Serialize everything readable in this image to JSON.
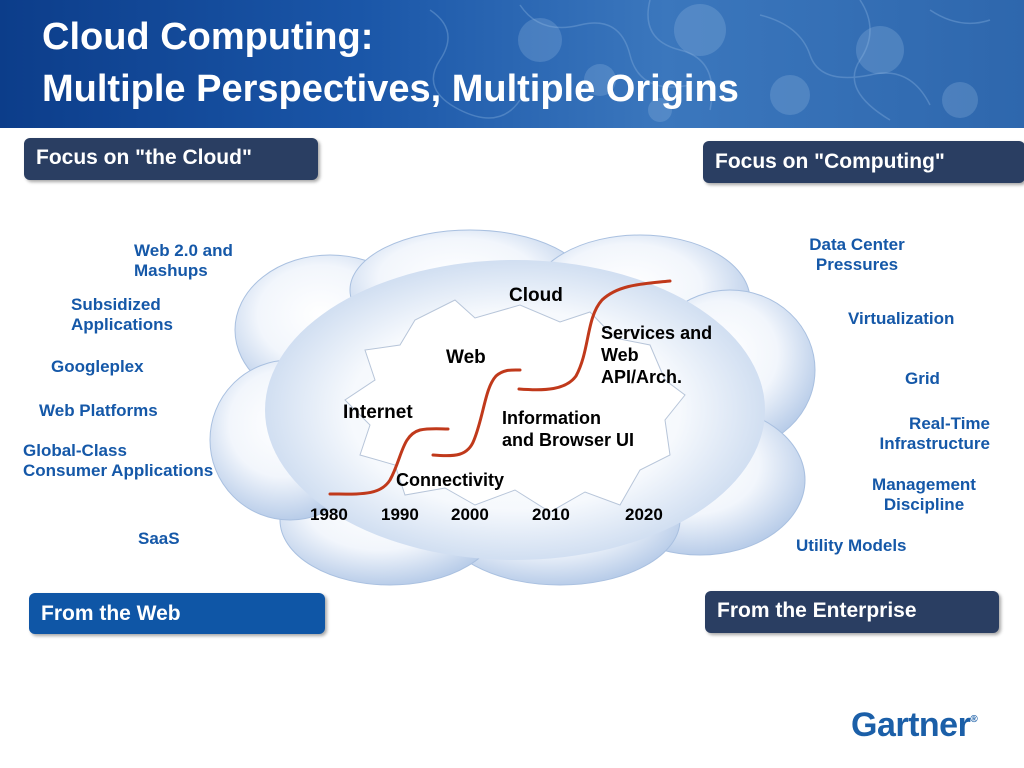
{
  "title": {
    "line1": "Cloud Computing:",
    "line2": "Multiple Perspectives, Multiple Origins"
  },
  "boxes": {
    "focus_cloud": "Focus on \"the Cloud\"",
    "focus_computing": "Focus on \"Computing\"",
    "from_web": "From the Web",
    "from_enterprise": "From the Enterprise"
  },
  "left_items": [
    "Web 2.0 and\nMashups",
    "Subsidized\nApplications",
    "Googleplex",
    "Web Platforms",
    "Global-Class\nConsumer Applications",
    "SaaS"
  ],
  "right_items": [
    "Data Center\nPressures",
    "Virtualization",
    "Grid",
    "Real-Time\nInfrastructure",
    "Management\nDiscipline",
    "Utility Models"
  ],
  "cloud_labels": {
    "cloud": "Cloud",
    "web": "Web",
    "internet": "Internet",
    "connectivity": "Connectivity",
    "services": "Services and\nWeb\nAPI/Arch.",
    "information": "Information\nand Browser UI"
  },
  "years": [
    "1980",
    "1990",
    "2000",
    "2010",
    "2020"
  ],
  "logo": {
    "name": "Gartner",
    "mark": "®"
  },
  "colors": {
    "header_blue": "#1a56a8",
    "box_navy": "#2a3e62",
    "box_blue": "#0f56a6",
    "label_blue": "#1558a8",
    "curve_red": "#c0391b"
  }
}
